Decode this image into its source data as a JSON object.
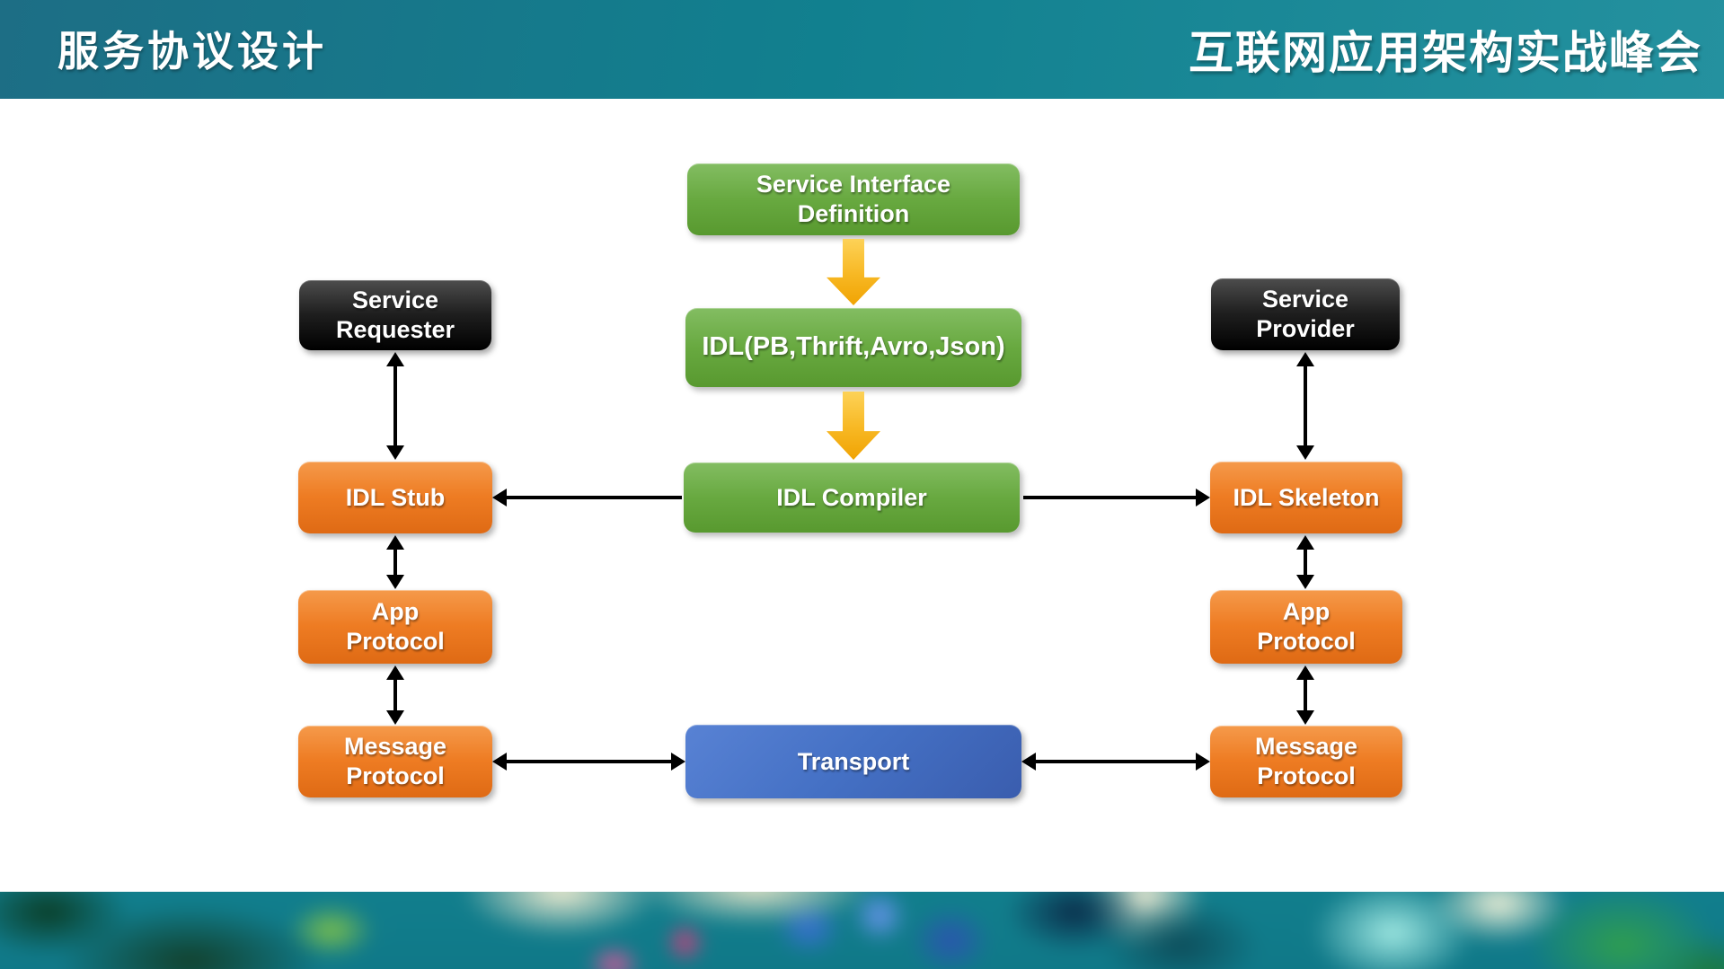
{
  "header": {
    "title_left": "服务协议设计",
    "title_right": "互联网应用架构实战峰会"
  },
  "diagram": {
    "service_interface_definition": "Service Interface\nDefinition",
    "idl_languages": "IDL(PB,Thrift,Avro,Json)",
    "idl_compiler": "IDL Compiler",
    "service_requester": "Service\nRequester",
    "service_provider": "Service\nProvider",
    "idl_stub": "IDL Stub",
    "idl_skeleton": "IDL Skeleton",
    "app_protocol_left": "App\nProtocol",
    "app_protocol_right": "App\nProtocol",
    "message_protocol_left": "Message\nProtocol",
    "message_protocol_right": "Message\nProtocol",
    "transport": "Transport"
  },
  "colors": {
    "header_teal": "#12818f",
    "box_green": "#68a940",
    "box_orange": "#ee7c23",
    "box_black": "#111111",
    "box_blue": "#4470c4",
    "flow_arrow_yellow": "#f5ab09",
    "connector_black": "#000000"
  }
}
